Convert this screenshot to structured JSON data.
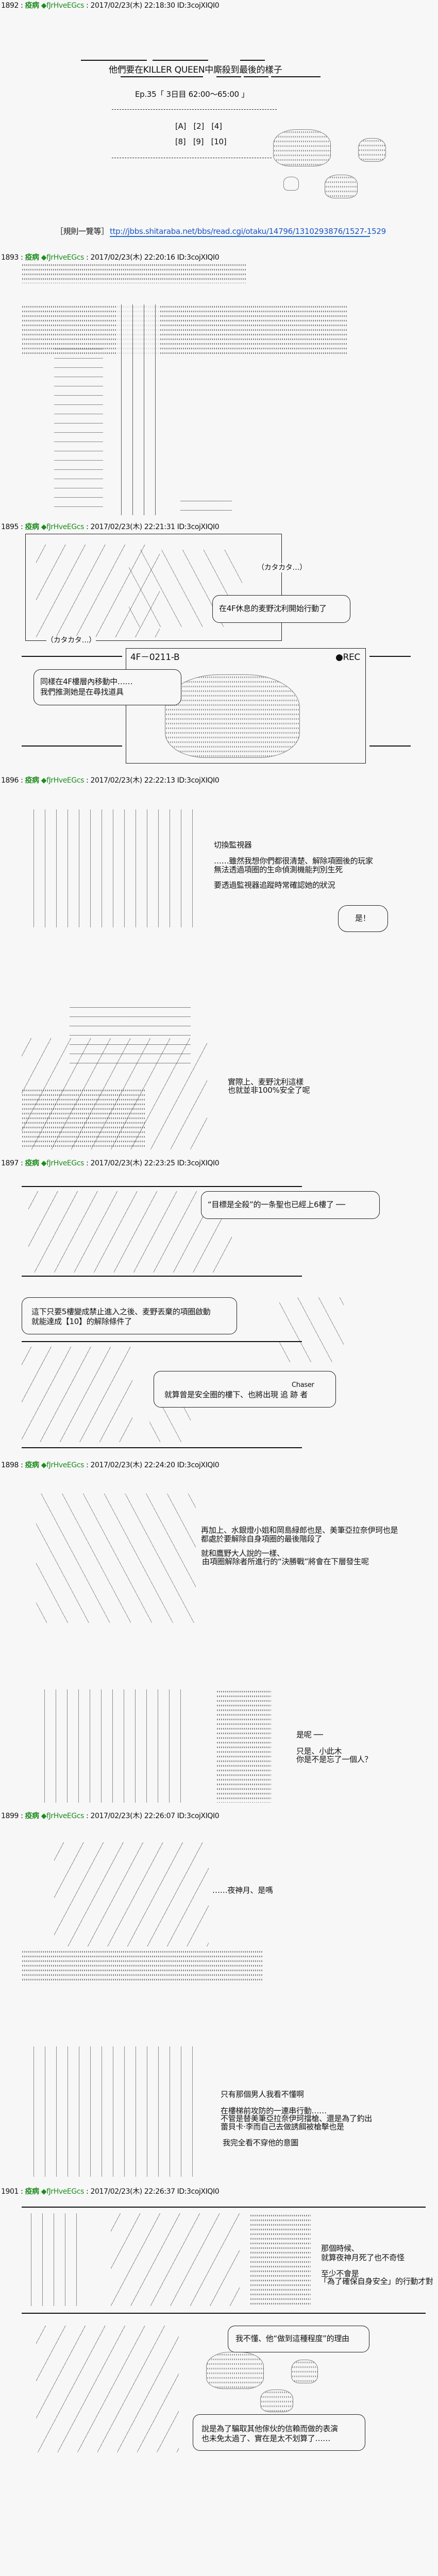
{
  "header_sep": " : ",
  "posts": [
    {
      "number": "1892",
      "name": "疫病",
      "trip": "◆fJrHveEGcs",
      "datetime": "2017/02/23(木) 22:18:30 ID:3cojXIQI0"
    },
    {
      "number": "1893",
      "name": "疫病",
      "trip": "◆fJrHveEGcs",
      "datetime": "2017/02/23(木) 22:20:16 ID:3cojXIQI0"
    },
    {
      "number": "1895",
      "name": "疫病",
      "trip": "◆fJrHveEGcs",
      "datetime": "2017/02/23(木) 22:21:31 ID:3cojXIQI0"
    },
    {
      "number": "1896",
      "name": "疫病",
      "trip": "◆fJrHveEGcs",
      "datetime": "2017/02/23(木) 22:22:13 ID:3cojXIQI0"
    },
    {
      "number": "1897",
      "name": "疫病",
      "trip": "◆fJrHveEGcs",
      "datetime": "2017/02/23(木) 22:23:25 ID:3cojXIQI0"
    },
    {
      "number": "1898",
      "name": "疫病",
      "trip": "◆fJrHveEGcs",
      "datetime": "2017/02/23(木) 22:24:20 ID:3cojXIQI0"
    },
    {
      "number": "1899",
      "name": "疫病",
      "trip": "◆fJrHveEGcs",
      "datetime": "2017/02/23(木) 22:26:07 ID:3cojXIQI0"
    },
    {
      "number": "1901",
      "name": "疫病",
      "trip": "◆fJrHveEGcs",
      "datetime": "2017/02/23(木) 22:26:37 ID:3cojXIQI0"
    }
  ],
  "p1892": {
    "title": "他們要在KILLER QUEEN中廝殺到最後的樣子",
    "episode": "Ep.35「 3日目 62:00～65:00 」",
    "links_row1": [
      "[A]",
      "[2]",
      "[4]"
    ],
    "links_row2": [
      "[8]",
      "[9]",
      "[10]"
    ],
    "rules_label": "［規則一覽等］",
    "rules_link": "ttp://jbbs.shitaraba.net/bbs/read.cgi/otaku/14796/1310293876/1527-1529"
  },
  "p1895": {
    "sfx": "（カタカタ…）",
    "bubble1": "在4F休息的麦野沈利開始行動了",
    "camera_label": "4F－0211-B",
    "rec": "●REC",
    "bubble2_line1": "同樣在4F樓層內移動中……",
    "bubble2_line2": "我們推測她是在尋找道具"
  },
  "p1896": {
    "line1": "切換監視器",
    "line2": "……雖然我想你們都很清楚、解除項圈後的玩家",
    "line3": "無法透過項圈的生命偵測機能判別生死",
    "line4": "要透過監視器追蹤時常確認她的狀況",
    "reply_button": "是！",
    "line5": "實際上、麦野沈利這樣",
    "line6": "也就並非100%安全了呢"
  },
  "p1897": {
    "bubble1": "“目標是全殺”的一条聖也已經上6樓了 ──",
    "bubble2_line1": "這下只要5樓變成禁止進入之後、麦野丟棄的項圈啟動",
    "bubble2_line2": "就能達成【10】的解除條件了",
    "ruby": "Chaser",
    "bubble3": "就算曾是安全圈的樓下、也將出現 追 跡 者"
  },
  "p1898": {
    "line1": "再加上、水銀燈小姐和岡島緑郎也是、美筆亞拉奈伊珂也是",
    "line2": "都處於要解除自身項圈的最後階段了",
    "line3": "就和鷹野大人說的一樣、",
    "line4": "由項圈解除者所進行的“決勝戰”將會在下層發生呢",
    "line5": "是呢 ──",
    "line6": "只是、小此木",
    "line7": "你是不是忘了一個人？"
  },
  "p1899": {
    "line1": "……夜神月、是嗎",
    "line2": "只有那個男人我看不懂啊",
    "line3": "在樓梯前攻防的一連串行動……",
    "line4": "不管是替美筆亞拉奈伊珂擋槍、還是為了釣出",
    "line5": "蕾貝卡‧李而自己去做誘餌被槍擊也是",
    "line6": "我完全看不穿他的意圖"
  },
  "p1901": {
    "line1": "那個時候、",
    "line2": "就算夜神月死了也不奇怪",
    "line3": "至少不會是",
    "line4": "「為了確保自身安全」的行動才對",
    "bubble1": "我不懂、他“做到這種程度”的理由",
    "bubble2_line1": "說是為了騙取其他傢伙的信賴而做的表演",
    "bubble2_line2": "也未免太過了、實在是太不划算了……"
  },
  "colors": {
    "name": "#1e8c1e",
    "link": "#1a55c9",
    "background": "#f7f7f7"
  }
}
